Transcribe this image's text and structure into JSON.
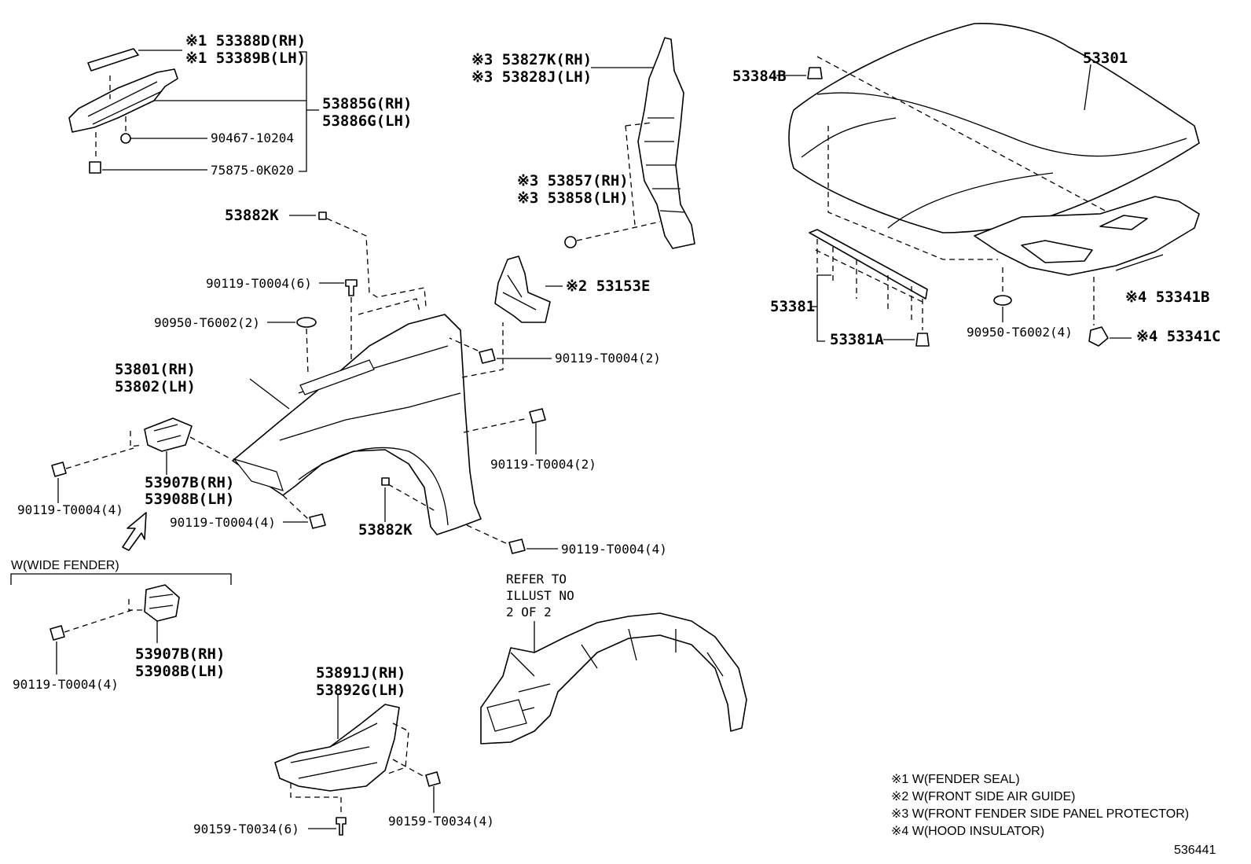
{
  "labels": {
    "seal_rh": "※1 53388D(RH)",
    "seal_lh": "※1 53389B(LH)",
    "seal_bracket_rh": "53885G(RH)",
    "seal_bracket_lh": "53886G(LH)",
    "clip_a": "90467-10204",
    "clip_b": "75875-0K020",
    "protector_rh": "※3 53827K(RH)",
    "protector_lh": "※3 53828J(LH)",
    "protector2_rh": "※3 53857(RH)",
    "protector2_lh": "※3 53858(LH)",
    "hood_bumper": "53384B",
    "hood": "53301",
    "nut_top": "53882K",
    "bolt_top": "90119-T0004(6)",
    "plug_fender": "90950-T6002(2)",
    "air_guide": "※2 53153E",
    "bolt_air_guide": "90119-T0004(2)",
    "fender_rh": "53801(RH)",
    "fender_lh": "53802(LH)",
    "bolt_fender_side": "90119-T0004(2)",
    "bracket_rh": "53907B(RH)",
    "bracket_lh": "53908B(LH)",
    "bolt_bracket": "90119-T0004(4)",
    "bolt_fender_low": "90119-T0004(4)",
    "nut_low": "53882K",
    "bolt_fender_rear": "90119-T0004(4)",
    "weatherstrip": "53381",
    "weatherstrip_clip": "53381A",
    "plug_hood": "90950-T6002(4)",
    "insulator": "※4 53341B",
    "insulator_clip": "※4 53341C",
    "wide_fender_title": "W(WIDE FENDER)",
    "wide_bracket_rh": "53907B(RH)",
    "wide_bracket_lh": "53908B(LH)",
    "wide_bolt": "90119-T0004(4)",
    "refer_line1": "REFER TO",
    "refer_line2": "ILLUST NO",
    "refer_line3": "2 OF 2",
    "shield_rh": "53891J(RH)",
    "shield_lh": "53892G(LH)",
    "screw_a": "90159-T0034(6)",
    "screw_b": "90159-T0034(4)"
  },
  "notes": [
    "※1 W(FENDER SEAL)",
    "※2 W(FRONT SIDE AIR GUIDE)",
    "※3 W(FRONT FENDER SIDE PANEL PROTECTOR)",
    "※4 W(HOOD INSULATOR)"
  ],
  "illustration_number": "536441"
}
